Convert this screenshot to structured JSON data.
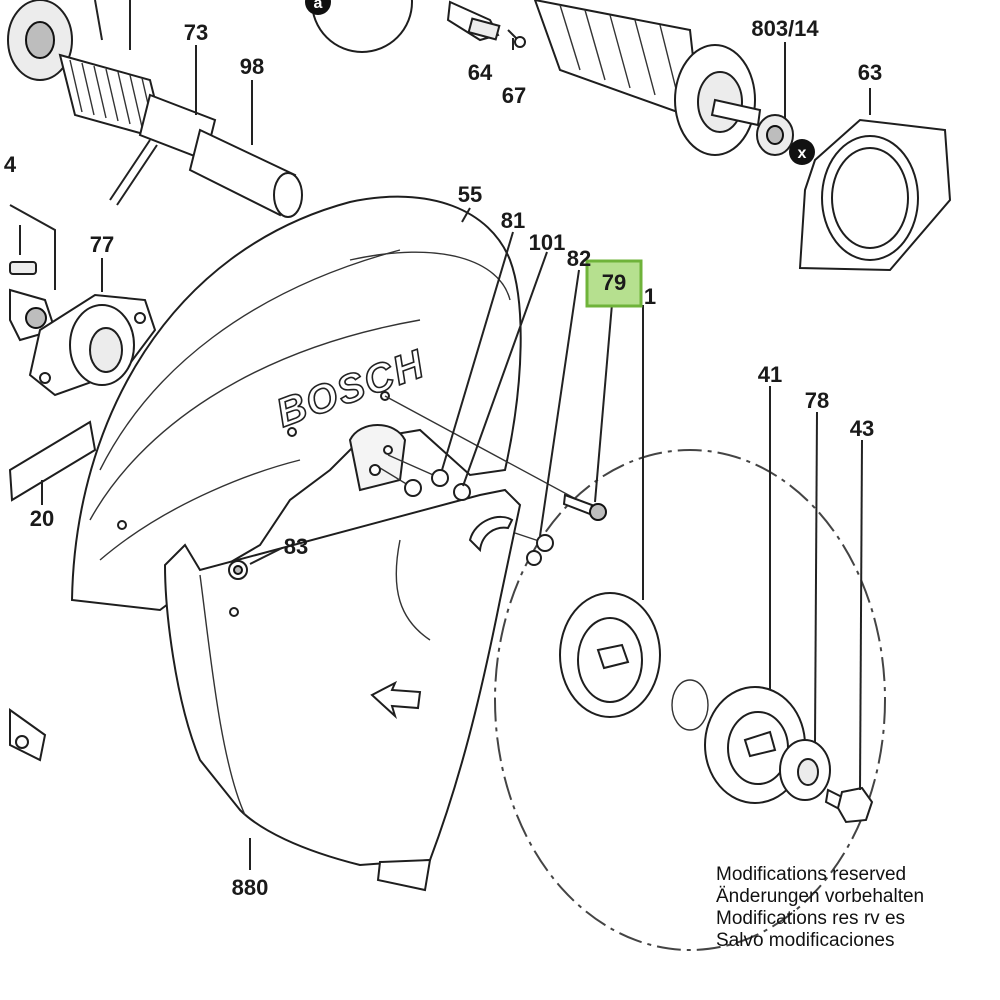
{
  "brand": "BOSCH",
  "highlighted_part": "79",
  "part_labels": {
    "p73": "73",
    "p98": "98",
    "p64": "64",
    "p67": "67",
    "p803_14": "803/14",
    "p63": "63",
    "p4": "4",
    "p77": "77",
    "p55": "55",
    "p81": "81",
    "p101": "101",
    "p82": "82",
    "p79": "79",
    "p1": "1",
    "p41": "41",
    "p78": "78",
    "p43": "43",
    "p20": "20",
    "p83": "83",
    "p880": "880",
    "pa": "a",
    "px": "x"
  },
  "notes": [
    "Modifications reserved",
    "Änderungen vorbehalten",
    "Modifications res rv es",
    "Salvo modificaciones"
  ]
}
